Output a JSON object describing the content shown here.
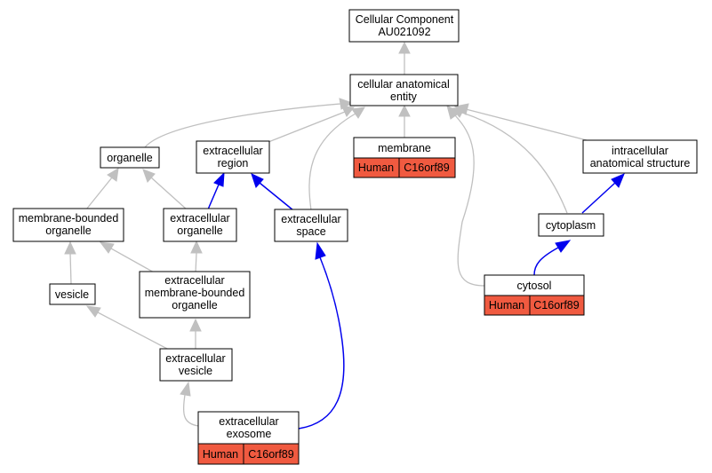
{
  "colors": {
    "node_border": "#000000",
    "node_fill": "#ffffff",
    "annotation_fill": "#f05a40",
    "edge_is_a": "#c0c0c0",
    "edge_part_of": "#0000ee"
  },
  "nodes": {
    "root": {
      "lines": [
        "Cellular Component",
        "AU021092"
      ]
    },
    "cae": {
      "lines": [
        "cellular anatomical",
        "entity"
      ]
    },
    "organelle": {
      "lines": [
        "organelle"
      ]
    },
    "ecregion": {
      "lines": [
        "extracellular",
        "region"
      ]
    },
    "membrane": {
      "lines": [
        "membrane"
      ],
      "annotation": {
        "species": "Human",
        "gene": "C16orf89"
      }
    },
    "ias": {
      "lines": [
        "intracellular",
        "anatomical structure"
      ]
    },
    "mbo": {
      "lines": [
        "membrane-bounded",
        "organelle"
      ]
    },
    "ecorg": {
      "lines": [
        "extracellular",
        "organelle"
      ]
    },
    "ecspace": {
      "lines": [
        "extracellular",
        "space"
      ]
    },
    "cytoplasm": {
      "lines": [
        "cytoplasm"
      ]
    },
    "vesicle": {
      "lines": [
        "vesicle"
      ]
    },
    "ecmbo": {
      "lines": [
        "extracellular",
        "membrane-bounded",
        "organelle"
      ]
    },
    "cytosol": {
      "lines": [
        "cytosol"
      ],
      "annotation": {
        "species": "Human",
        "gene": "C16orf89"
      }
    },
    "ecves": {
      "lines": [
        "extracellular",
        "vesicle"
      ]
    },
    "exosome": {
      "lines": [
        "extracellular",
        "exosome"
      ],
      "annotation": {
        "species": "Human",
        "gene": "C16orf89"
      }
    }
  }
}
